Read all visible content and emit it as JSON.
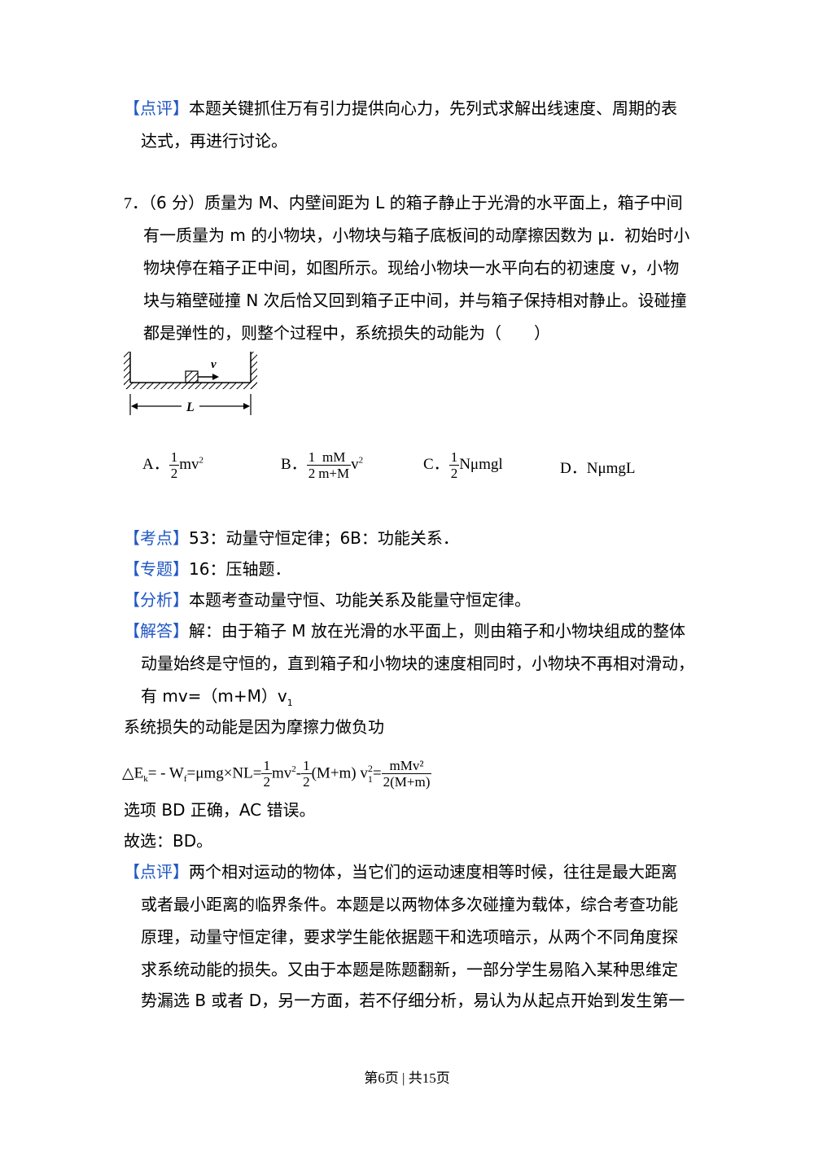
{
  "review1": {
    "tag": "【点评】",
    "line1": "本题关键抓住万有引力提供向心力，先列式求解出线速度、周期的表",
    "line2": "达式，再进行讨论。"
  },
  "question": {
    "number": "7．",
    "score": "（6 分）",
    "line1": "质量为 M、内壁间距为 L 的箱子静止于光滑的水平面上，箱子中间",
    "line2": "有一质量为 m 的小物块，小物块与箱子底板间的动摩擦因数为 μ．初始时小",
    "line3": "物块停在箱子正中间，如图所示。现给小物块一水平向右的初速度 v，小物",
    "line4": "块与箱壁碰撞 N 次后恰又回到箱子正中间，并与箱子保持相对静止。设碰撞",
    "line5": "都是弹性的，则整个过程中，系统损失的动能为（　　）"
  },
  "figure": {
    "velocity_label": "v",
    "length_label": "L"
  },
  "options": {
    "a_label": "A．",
    "a_num": "1",
    "a_den": "2",
    "a_rest": "mv",
    "a_exp": "2",
    "b_label": "B．",
    "b_num1": "1",
    "b_den1": "2",
    "b_num2": "mM",
    "b_den2": "m+M",
    "b_rest": "v",
    "b_exp": "2",
    "c_label": "C．",
    "c_num": "1",
    "c_den": "2",
    "c_rest": "Nμmgl",
    "d_label": "D．",
    "d_text": "NμmgL"
  },
  "kaodian": {
    "tag": "【考点】",
    "text": "53：动量守恒定律；6B：功能关系．"
  },
  "zhuanti": {
    "tag": "【专题】",
    "text": "16：压轴题．"
  },
  "fenxi": {
    "tag": "【分析】",
    "text": "本题考查动量守恒、功能关系及能量守恒定律。"
  },
  "jieda": {
    "tag": "【解答】",
    "line1": "解：由于箱子 M 放在光滑的水平面上，则由箱子和小物块组成的整体",
    "line2": "动量始终是守恒的，直到箱子和小物块的速度相同时，小物块不再相对滑动，",
    "line3_a": "有 mv=（m+M）v",
    "line3_sub": "1",
    "line4": "系统损失的动能是因为摩擦力做负功"
  },
  "equation": {
    "p1": "△E",
    "p1_sub": "k",
    "p2": "= - W",
    "p2_sub": "f",
    "p3": "=μmg×NL=",
    "f1_num": "1",
    "f1_den": "2",
    "p4": "mv",
    "p4_sup": "2",
    "p5": "-",
    "f2_num": "1",
    "f2_den": "2",
    "p6": "(M+m) v",
    "p6_sup": "2",
    "p6_sub": "1",
    "p7": "=",
    "f3_num": "mMv²",
    "f3_den": "2(M+m)"
  },
  "conclusion1": "选项 BD 正确，AC 错误。",
  "conclusion2": "故选：BD。",
  "review2": {
    "tag": "【点评】",
    "line1": "两个相对运动的物体，当它们的运动速度相等时候，往往是最大距离",
    "line2": "或者最小距离的临界条件。本题是以两物体多次碰撞为载体，综合考查功能",
    "line3": "原理，动量守恒定律，要求学生能依据题干和选项暗示，从两个不同角度探",
    "line4": "求系统动能的损失。又由于本题是陈题翻新，一部分学生易陷入某种思维定",
    "line5": "势漏选 B 或者 D，另一方面，若不仔细分析，易认为从起点开始到发生第一"
  },
  "footer": "第6页 | 共15页",
  "colors": {
    "tag": "#1f57c3",
    "text": "#000000"
  }
}
